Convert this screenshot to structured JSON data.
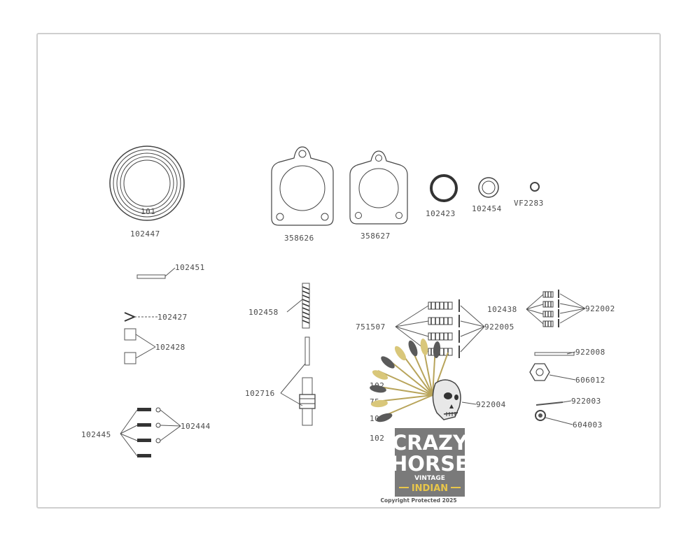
{
  "parts": {
    "p102447": "102447",
    "p102447_inner": "101",
    "p358626": "358626",
    "p358627": "358627",
    "p102423": "102423",
    "p102454": "102454",
    "pVF2283": "VF2283",
    "p102451": "102451",
    "p102427": "102427",
    "p102428": "102428",
    "p102458": "102458",
    "p102716": "102716",
    "p751507": "751507",
    "p922005": "922005",
    "p102438": "102438",
    "p922002": "922002",
    "p922008": "922008",
    "p606012": "606012",
    "p922004": "922004",
    "p922003": "922003",
    "p604003": "604003",
    "p102445": "102445",
    "p102444": "102444",
    "obscured": [
      "102",
      "75",
      "102",
      "102"
    ]
  },
  "watermark": {
    "line1": "CRAZY",
    "line2": "HORSE",
    "line3": "VINTAGE",
    "line4": "INDIAN",
    "copyright": "Copyright Protected 2025",
    "colors": {
      "panel": "#7a7a7a",
      "gold": "#e8c64a",
      "feathers": "#c8b560",
      "skull": "#e8e8e8"
    }
  },
  "colors": {
    "line": "#555555",
    "text": "#4a4a4a",
    "border": "#cfcfcf"
  }
}
